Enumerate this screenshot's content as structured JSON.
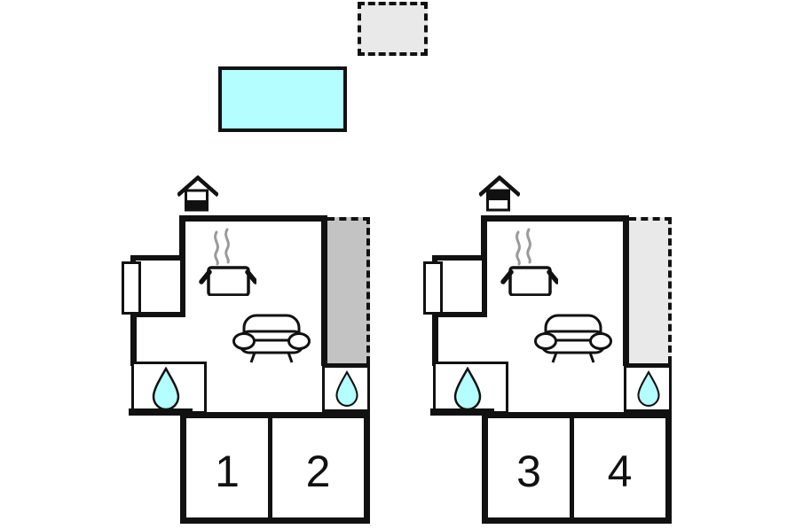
{
  "figure": {
    "type": "floor-plan"
  },
  "colors": {
    "wall": "#111111",
    "pool": "#b5feff",
    "water": "#b5feff",
    "terrace-covered": "#c3c3c3",
    "terrace-open": "#e9e9e9",
    "steam": "#9a9a9a",
    "background": "#ffffff"
  },
  "legend": {
    "pool_swatch": {
      "meaning": "pool",
      "fill": "#b5feff",
      "border": "solid"
    },
    "open_terrace_swatch": {
      "meaning": "open terrace",
      "fill": "#e9e9e9",
      "border": "dashed"
    }
  },
  "units": [
    {
      "label": "unit-1",
      "floor_icon": "house-lower-level-shaded",
      "terrace": "covered",
      "rooms": [
        {
          "number": "1"
        },
        {
          "number": "2"
        }
      ],
      "fixtures": [
        "stove",
        "sofa",
        "window",
        "shower",
        "shower"
      ]
    },
    {
      "label": "unit-2",
      "floor_icon": "house-upper-level-shaded",
      "terrace": "open",
      "rooms": [
        {
          "number": "3"
        },
        {
          "number": "4"
        }
      ],
      "fixtures": [
        "stove",
        "sofa",
        "window",
        "shower",
        "shower"
      ]
    }
  ]
}
